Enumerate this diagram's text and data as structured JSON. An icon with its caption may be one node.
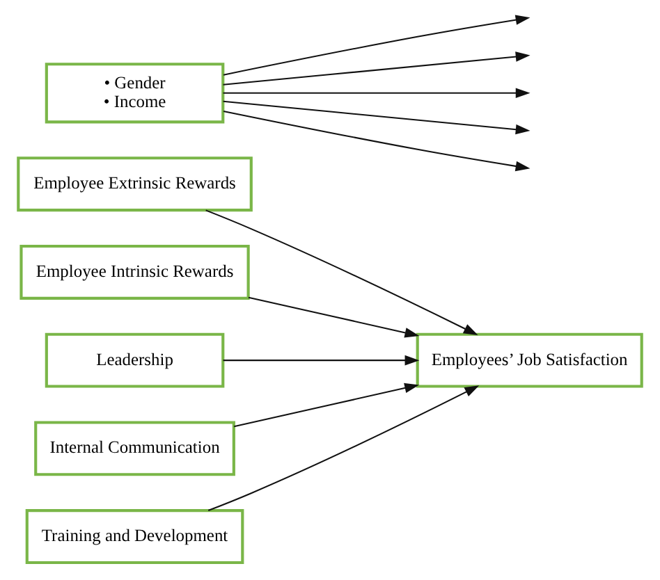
{
  "diagram": {
    "nodes": [
      {
        "text": [
          "Employee Extrinsic Rewards"
        ]
      },
      {
        "text": [
          "Employee Intrinsic Rewards"
        ]
      },
      {
        "text": [
          "Leadership"
        ]
      },
      {
        "text": [
          "Internal Communication"
        ]
      },
      {
        "text": [
          "Training and Development"
        ]
      },
      {
        "text": [
          "Employees’ Job Satisfaction"
        ]
      },
      {
        "text": [
          "• Gender",
          "• Income"
        ]
      }
    ],
    "edges": [
      {
        "from": 0,
        "to": 5,
        "arrow": "to"
      },
      {
        "from": 1,
        "to": 5,
        "arrow": "to"
      },
      {
        "from": 2,
        "to": 5,
        "arrow": "to"
      },
      {
        "from": 3,
        "to": 5,
        "arrow": "to"
      },
      {
        "from": 4,
        "to": 5,
        "arrow": "to"
      },
      {
        "from": 6,
        "to": null,
        "arrow": "to"
      },
      {
        "from": 6,
        "to": null,
        "arrow": "to"
      },
      {
        "from": 6,
        "to": null,
        "arrow": "to"
      },
      {
        "from": 6,
        "to": null,
        "arrow": "to"
      },
      {
        "from": 6,
        "to": null,
        "arrow": "to"
      }
    ]
  }
}
